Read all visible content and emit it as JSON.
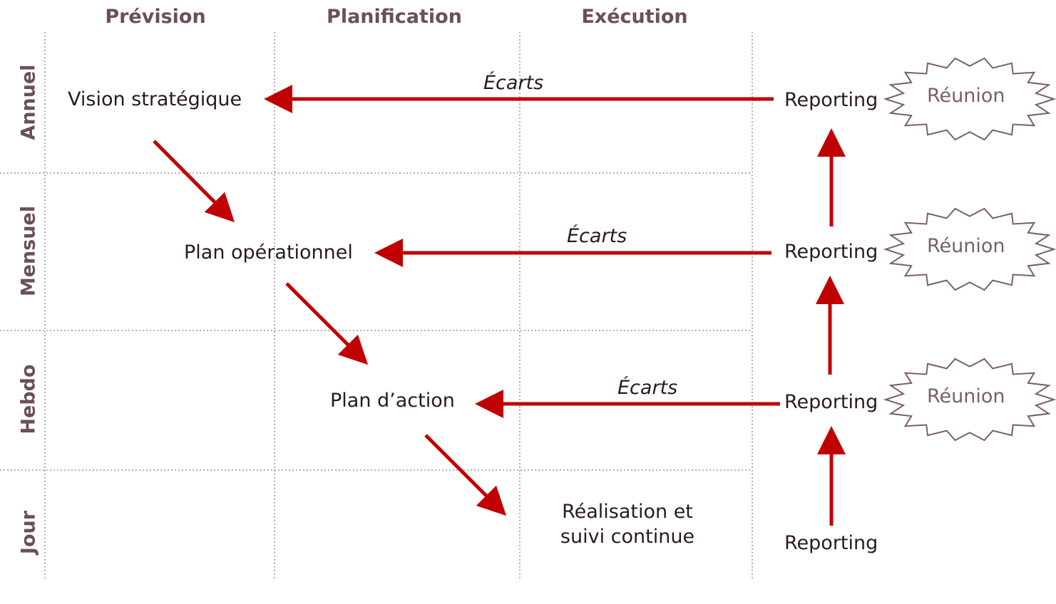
{
  "columns": [
    "Prévision",
    "Planification",
    "Exécution"
  ],
  "rows": [
    "Annuel",
    "Mensuel",
    "Hebdo",
    "Jour"
  ],
  "nodes": {
    "vision": "Vision stratégique",
    "plan_op": "Plan opérationnel",
    "plan_action": "Plan d’action",
    "realisation_line1": "Réalisation et",
    "realisation_line2": "suivi continue"
  },
  "reporting": [
    "Reporting",
    "Reporting",
    "Reporting",
    "Reporting"
  ],
  "ecarts": [
    "Écarts",
    "Écarts",
    "Écarts"
  ],
  "reunions": [
    "Réunion",
    "Réunion",
    "Réunion"
  ],
  "colors": {
    "arrow": "#c00000",
    "header": "#6b5055",
    "grid": "#999999",
    "starburst": "#7a6065"
  }
}
